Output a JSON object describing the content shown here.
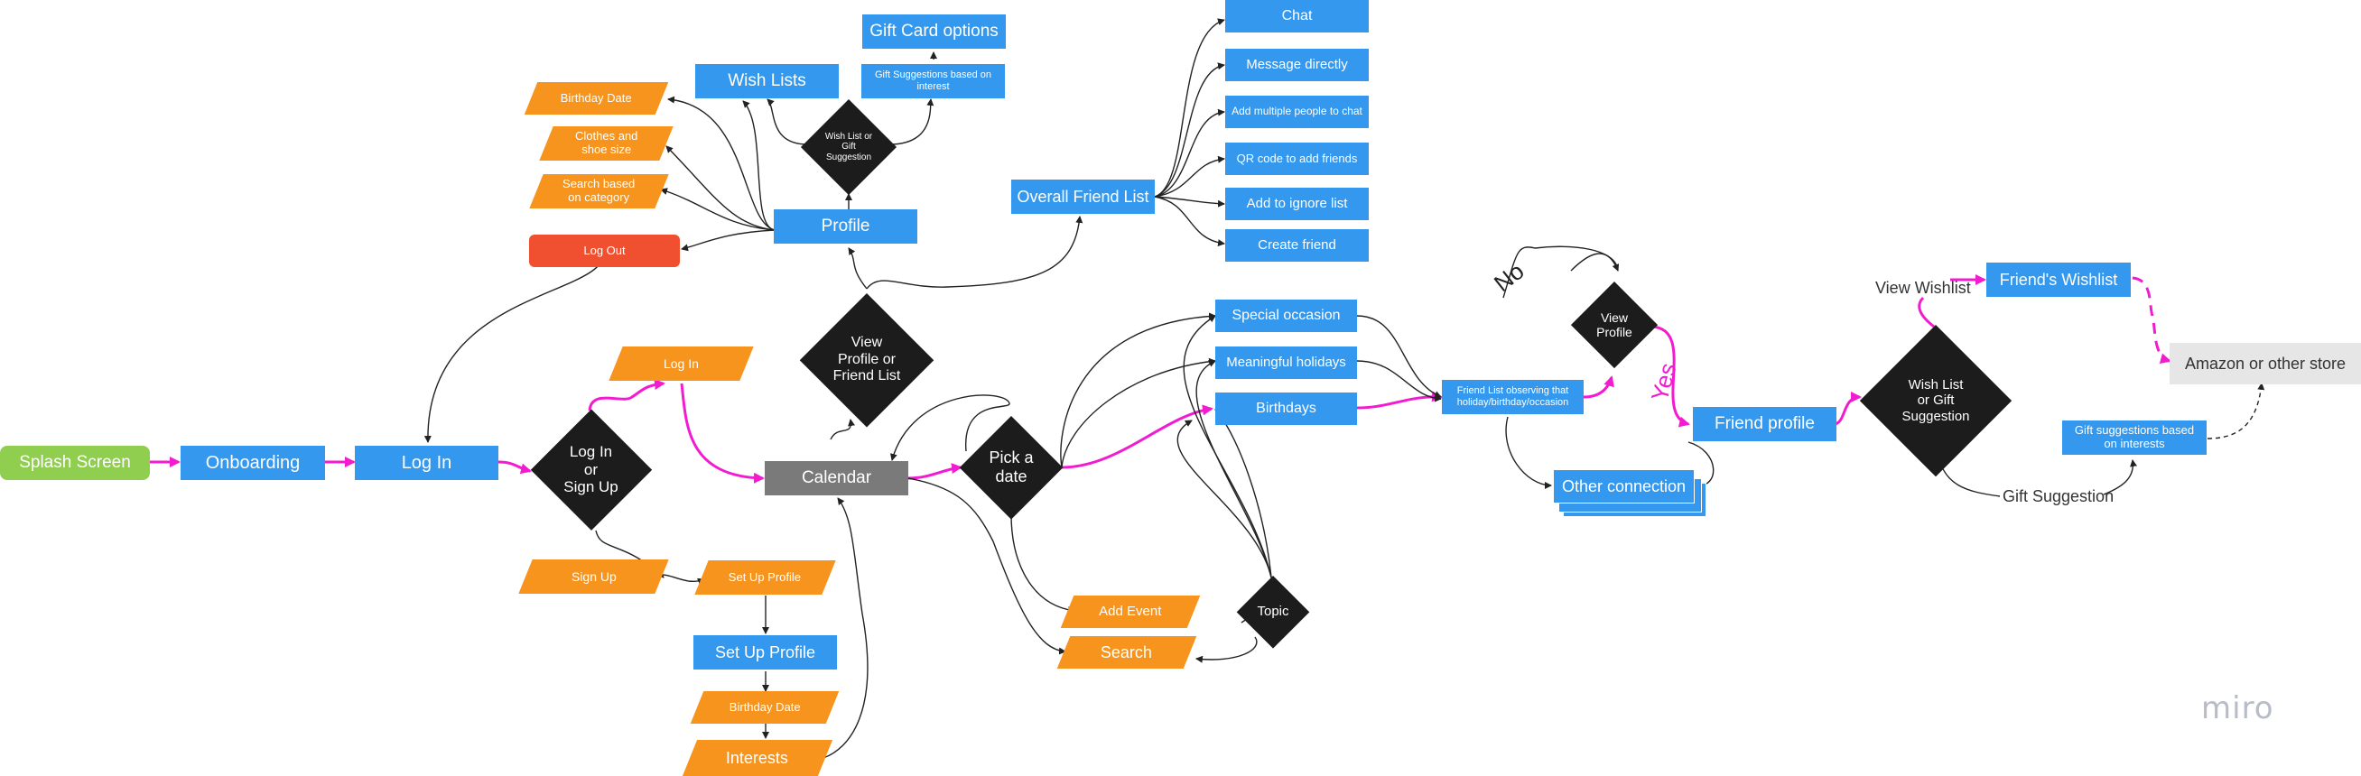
{
  "logo": "miro",
  "nodes": {
    "splash": "Splash Screen",
    "onboarding": "Onboarding",
    "login": "Log In",
    "login_or_signup": "Log In\nor\nSign Up",
    "login_para": "Log In",
    "signup": "Sign Up",
    "setup_profile_para": "Set Up Profile",
    "setup_profile": "Set Up Profile",
    "birthday_date_2": "Birthday Date",
    "interests": "Interests",
    "calendar": "Calendar",
    "view_profile_or_friend_list": "View\nProfile or\nFriend List",
    "logout": "Log Out",
    "profile": "Profile",
    "birthday_date_1": "Birthday Date",
    "clothes_shoe": "Clothes and\nshoe size",
    "search_category": "Search based\non category",
    "wish_lists": "Wish Lists",
    "wl_or_gift": "Wish List or\nGift\nSuggestion",
    "gift_card_options": "Gift Card options",
    "gift_sugg_interest": "Gift Suggestions based on\ninterest",
    "overall_friend_list": "Overall Friend List",
    "chat": "Chat",
    "message_directly": "Message directly",
    "add_multiple": "Add multiple people to chat",
    "qr_code": "QR code to add friends",
    "ignore_list": "Add to ignore list",
    "create_friend": "Create friend",
    "pick_a_date": "Pick a\ndate",
    "special_occasion": "Special occasion",
    "meaningful_holidays": "Meaningful holidays",
    "birthdays": "Birthdays",
    "add_event": "Add Event",
    "search": "Search",
    "topic": "Topic",
    "friend_list_observing": "Friend List observing that\nholiday/birthday/occasion",
    "view_profile": "View\nProfile",
    "other_connection": "Other connection",
    "friend_profile": "Friend profile",
    "wl_or_gift_2": "Wish List\nor Gift\nSuggestion",
    "friends_wishlist": "Friend's Wishlist",
    "amazon": "Amazon or other store",
    "gift_sugg_interests_2": "Gift suggestions based\non interests"
  },
  "labels": {
    "no": "No",
    "yes": "Yes",
    "view_wishlist": "View Wishlist",
    "gift_suggestion": "Gift Suggestion"
  },
  "colors": {
    "blue": "#3398ee",
    "orange": "#f7941d",
    "black": "#1c1c1c",
    "green": "#8fce4e",
    "red": "#f05030",
    "gray": "#7a7a7a",
    "lightgray": "#e6e6e6",
    "magenta": "#f21bd0"
  }
}
